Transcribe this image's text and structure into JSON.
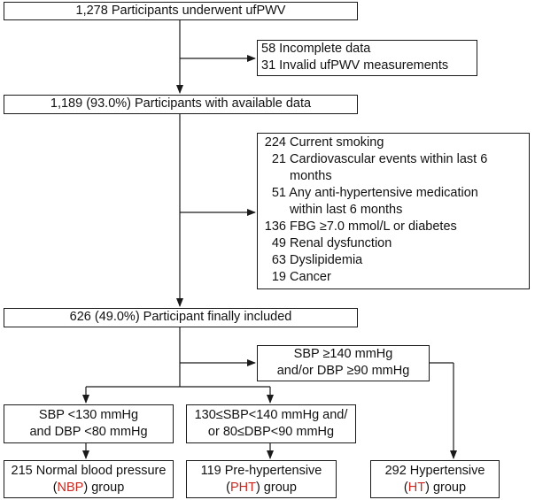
{
  "boxes": {
    "start": "1,278 Participants underwent ufPWV",
    "excl1": [
      "58 Incomplete data",
      "31 Invalid ufPWV measurements"
    ],
    "available": "1,189 (93.0%) Participants with available data",
    "excl2": [
      {
        "n": "224",
        "text": "Current smoking"
      },
      {
        "n": "21",
        "text": "Cardiovascular events within last 6"
      },
      {
        "n": "",
        "text": "months"
      },
      {
        "n": "51",
        "text": "Any anti-hypertensive medication"
      },
      {
        "n": "",
        "text": "within last 6 months"
      },
      {
        "n": "136",
        "text": "FBG ≥7.0 mmol/L or diabetes"
      },
      {
        "n": "49",
        "text": "Renal dysfunction"
      },
      {
        "n": "63",
        "text": "Dyslipidemia"
      },
      {
        "n": "19",
        "text": "Cancer"
      }
    ],
    "final": "626 (49.0%) Participant finally included",
    "ht_criteria": [
      "SBP ≥140 mmHg",
      "and/or DBP ≥90 mmHg"
    ],
    "nbp_criteria": [
      "SBP <130 mmHg",
      "and DBP <80 mmHg"
    ],
    "pht_criteria": [
      "130≤SBP<140 mmHg and/",
      "or 80≤DBP<90 mmHg"
    ],
    "nbp_group": {
      "line1": "215 Normal blood pressure",
      "open": "(",
      "abbr": "NBP",
      "close": ") group"
    },
    "pht_group": {
      "line1": "119 Pre-hypertensive",
      "open": "(",
      "abbr": "PHT",
      "close": ") group"
    },
    "ht_group": {
      "line1": "292 Hypertensive",
      "open": "(",
      "abbr": "HT",
      "close": ") group"
    }
  },
  "colors": {
    "abbr": "#c8281e",
    "line": "#1a1a1a"
  }
}
